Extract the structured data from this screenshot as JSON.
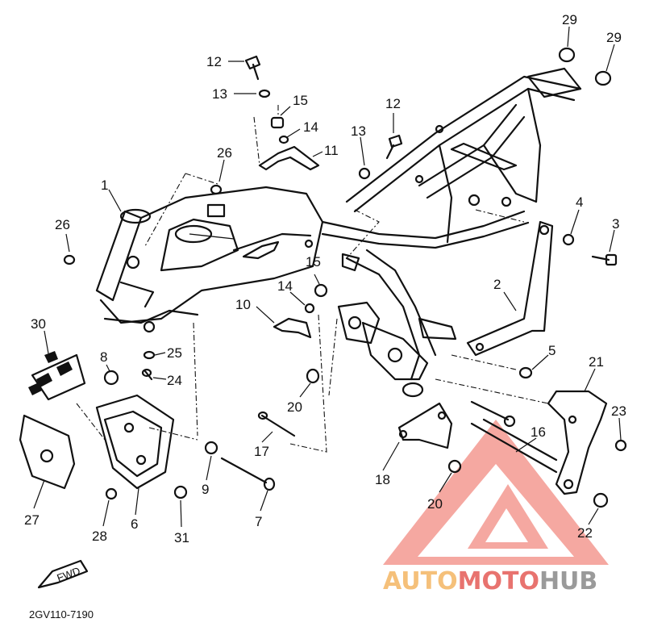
{
  "diagram": {
    "part_code": "2GV110-7190",
    "fwd_label": "FWD",
    "callouts": [
      "29",
      "29",
      "12",
      "13",
      "15",
      "14",
      "11",
      "12",
      "13",
      "26",
      "1",
      "26",
      "4",
      "3",
      "2",
      "15",
      "14",
      "10",
      "30",
      "25",
      "8",
      "24",
      "5",
      "21",
      "20",
      "23",
      "16",
      "17",
      "18",
      "28",
      "6",
      "31",
      "9",
      "7",
      "27",
      "20",
      "22"
    ]
  },
  "watermark": {
    "part1": "AUTO",
    "part2": "MOTO",
    "part3": "HUB",
    "colors": {
      "auto": "#f5c07a",
      "moto": "#e86b6b",
      "hub": "#9a9a9a",
      "triangle": "#f08080"
    }
  }
}
